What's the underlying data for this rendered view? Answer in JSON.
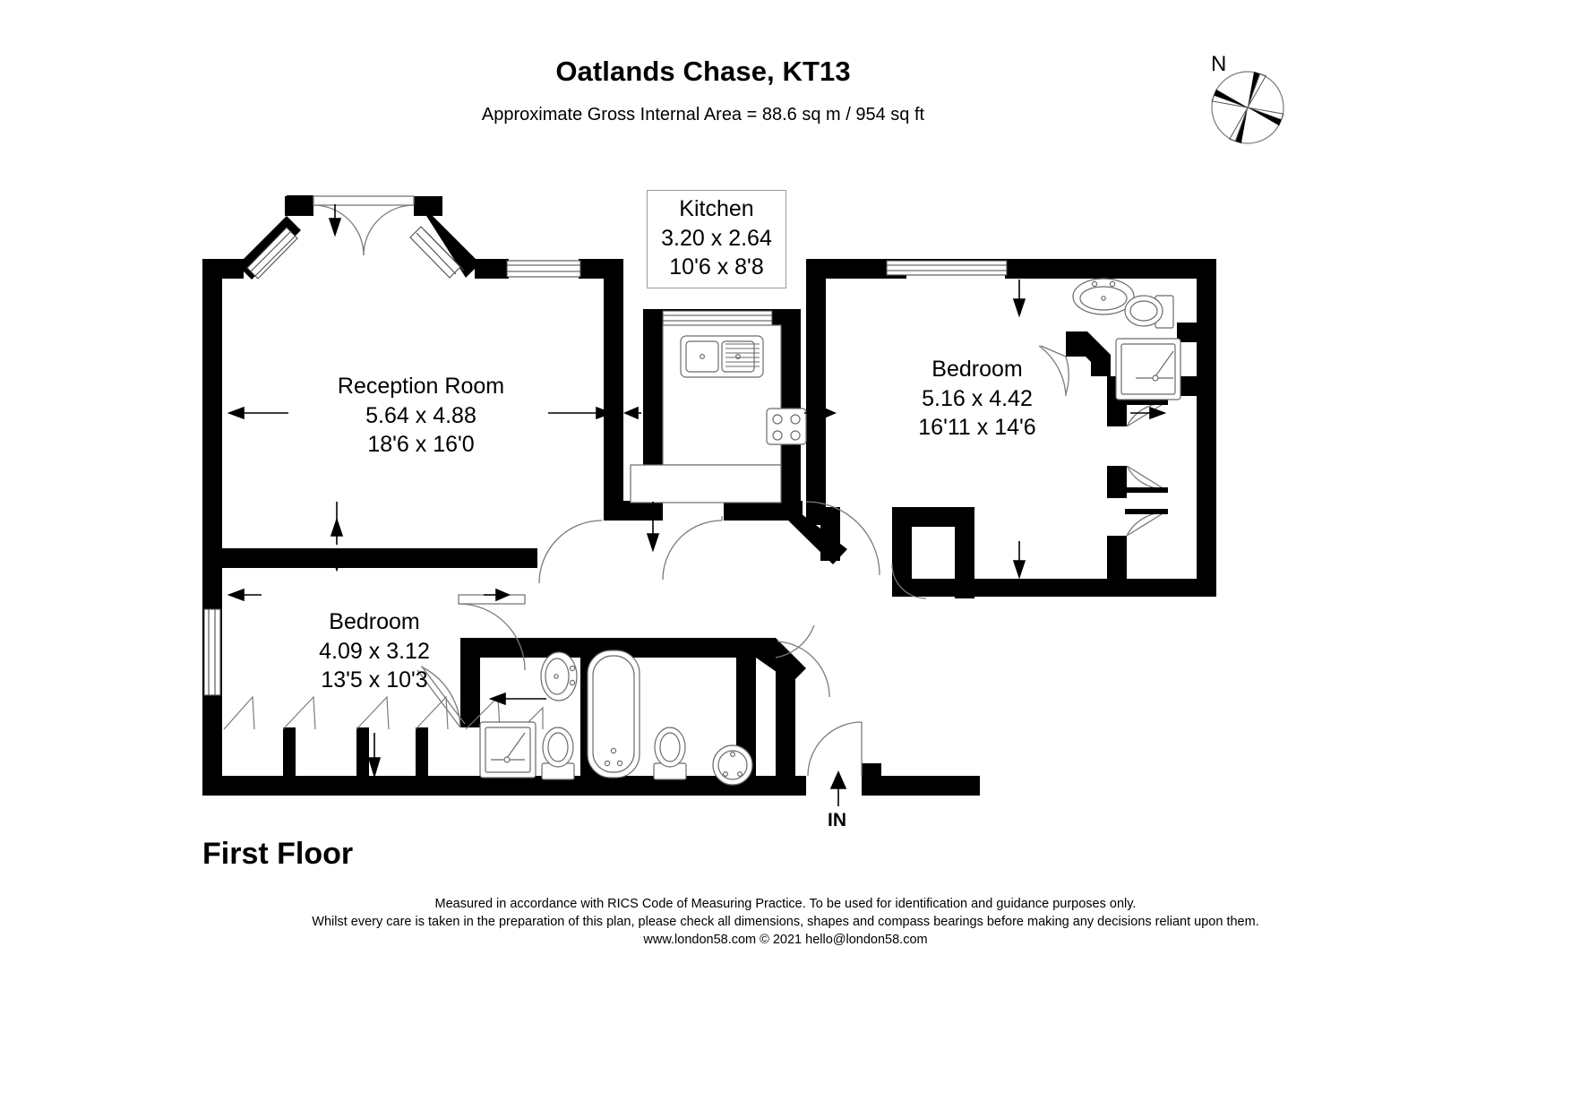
{
  "header": {
    "title": "Oatlands Chase, KT13",
    "subtitle": "Approximate Gross Internal Area = 88.6 sq m / 954 sq ft"
  },
  "compass": {
    "north_label": "N",
    "icon": "compass-rose-icon"
  },
  "floor": {
    "label": "First Floor"
  },
  "entrance": {
    "label": "IN",
    "icon": "entrance-arrow-icon"
  },
  "rooms": [
    {
      "key": "reception",
      "name": "Reception Room",
      "metric": "5.64 x 4.88",
      "imperial": "18'6 x 16'0"
    },
    {
      "key": "kitchen",
      "name": "Kitchen",
      "metric": "3.20 x 2.64",
      "imperial": "10'6 x 8'8"
    },
    {
      "key": "bedroom_main",
      "name": "Bedroom",
      "metric": "5.16 x 4.42",
      "imperial": "16'11 x 14'6"
    },
    {
      "key": "bedroom_second",
      "name": "Bedroom",
      "metric": "4.09 x 3.12",
      "imperial": "13'5 x 10'3"
    }
  ],
  "footer": {
    "line1": "Measured in accordance with RICS Code of Measuring Practice. To be used for identification and guidance purposes only.",
    "line2": "Whilst every care is taken in the preparation of this plan, please check all dimensions, shapes and compass bearings before making any decisions reliant upon them.",
    "line3": "www.london58.com © 2021 hello@london58.com"
  },
  "colors": {
    "wall": "#000000",
    "background": "#ffffff",
    "fixture_stroke": "#6b6b6b",
    "label_box_border": "#9a9a9a"
  },
  "fixtures": [
    {
      "name": "kitchen-sink-icon",
      "room": "kitchen"
    },
    {
      "name": "hob-icon",
      "room": "kitchen"
    },
    {
      "name": "wash-basin-icon",
      "room": "ensuite"
    },
    {
      "name": "toilet-icon",
      "room": "ensuite"
    },
    {
      "name": "shower-tray-icon",
      "room": "ensuite"
    },
    {
      "name": "wash-basin-icon",
      "room": "bathroom"
    },
    {
      "name": "bathtub-icon",
      "room": "bathroom"
    },
    {
      "name": "toilet-icon",
      "room": "bathroom"
    },
    {
      "name": "shower-tray-icon",
      "room": "shower-room"
    },
    {
      "name": "toilet-icon",
      "room": "shower-room"
    },
    {
      "name": "wash-basin-icon",
      "room": "shower-room"
    }
  ]
}
